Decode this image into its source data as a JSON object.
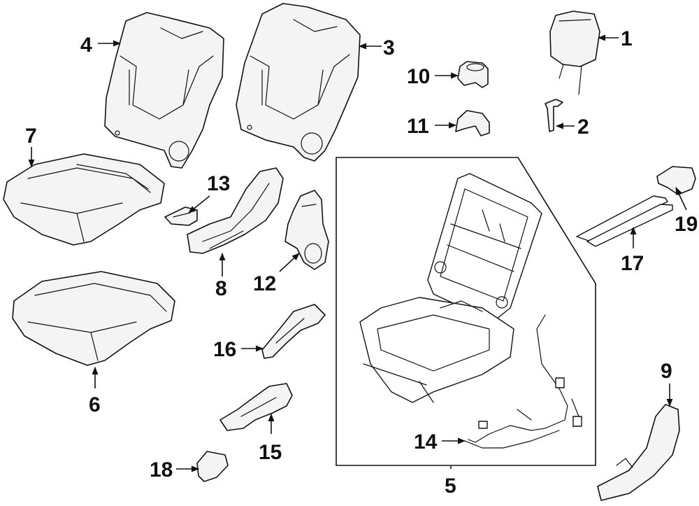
{
  "callouts": [
    {
      "id": "1",
      "label": "1"
    },
    {
      "id": "2",
      "label": "2"
    },
    {
      "id": "3",
      "label": "3"
    },
    {
      "id": "4",
      "label": "4"
    },
    {
      "id": "5",
      "label": "5"
    },
    {
      "id": "6",
      "label": "6"
    },
    {
      "id": "7",
      "label": "7"
    },
    {
      "id": "8",
      "label": "8"
    },
    {
      "id": "9",
      "label": "9"
    },
    {
      "id": "10",
      "label": "10"
    },
    {
      "id": "11",
      "label": "11"
    },
    {
      "id": "12",
      "label": "12"
    },
    {
      "id": "13",
      "label": "13"
    },
    {
      "id": "14",
      "label": "14"
    },
    {
      "id": "15",
      "label": "15"
    },
    {
      "id": "16",
      "label": "16"
    },
    {
      "id": "17",
      "label": "17"
    },
    {
      "id": "18",
      "label": "18"
    },
    {
      "id": "19",
      "label": "19"
    }
  ],
  "colors": {
    "ink": "#111111",
    "background": "#ffffff",
    "part_fill": "#f4f4f4"
  }
}
